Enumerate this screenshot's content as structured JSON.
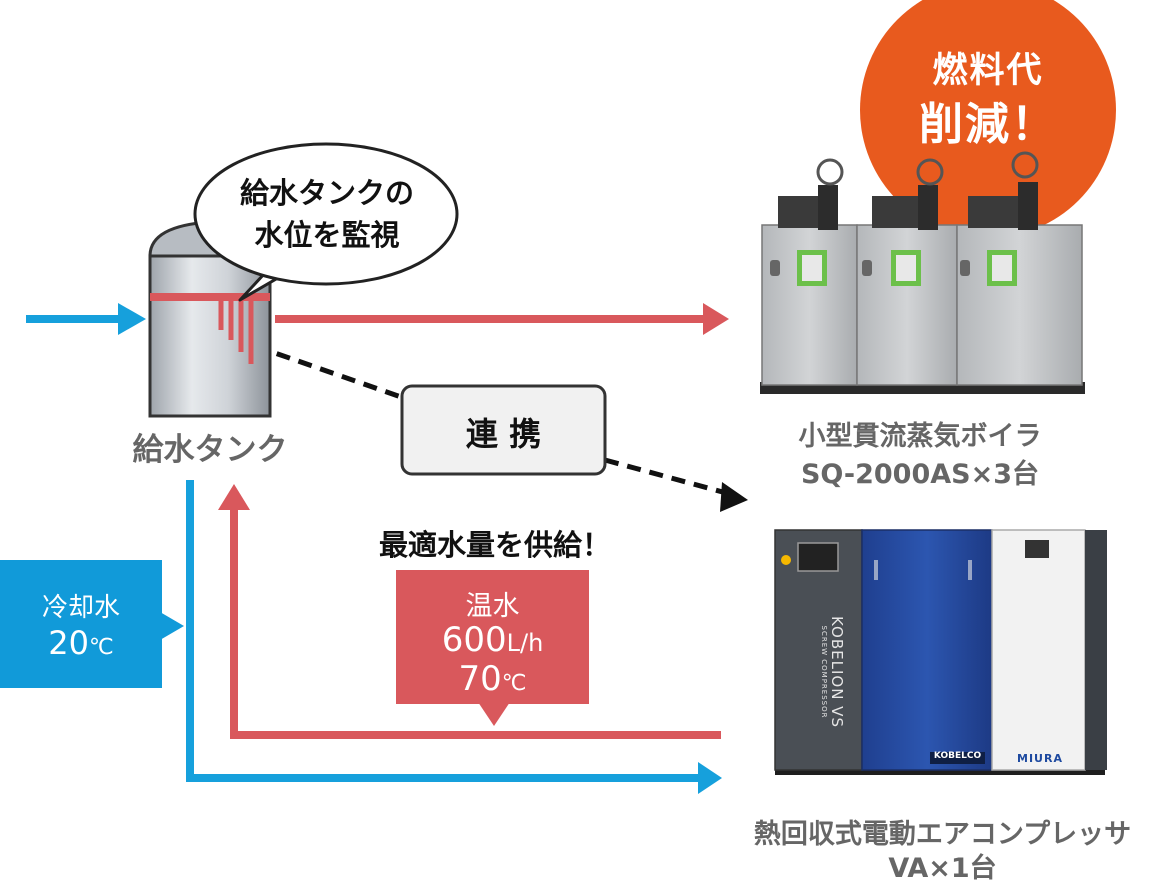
{
  "badge": {
    "line1": "燃料代",
    "line2": "削減！",
    "color": "#e85a1e"
  },
  "speech_bubble": {
    "line1": "給水タンクの",
    "line2": "水位を監視"
  },
  "tank": {
    "label": "給水タンク"
  },
  "link_box": {
    "label": "連 携"
  },
  "boiler": {
    "label_line1": "小型貫流蒸気ボイラ",
    "label_line2": "SQ-2000AS×3台"
  },
  "compressor": {
    "label_line1": "熱回収式電動エアコンプレッサ",
    "label_line2": "VA×1台",
    "brand_side": "KOBELION VS",
    "brand_side_sub": "SCREW COMPRESSOR",
    "brand_kobelco": "KOBELCO",
    "brand_miura": "MIURA"
  },
  "supply_caption": "最適水量を供給！",
  "hot_water": {
    "title": "温水",
    "flow_value": "600",
    "flow_unit": "L/h",
    "temp_value": "70",
    "temp_unit": "℃",
    "color": "#d9585c"
  },
  "cooling_water": {
    "title": "冷却水",
    "temp_value": "20",
    "temp_unit": "℃",
    "color": "#119ad9"
  },
  "colors": {
    "hot_line": "#d9585c",
    "cold_line": "#16a0dc",
    "dashed": "#111111"
  }
}
